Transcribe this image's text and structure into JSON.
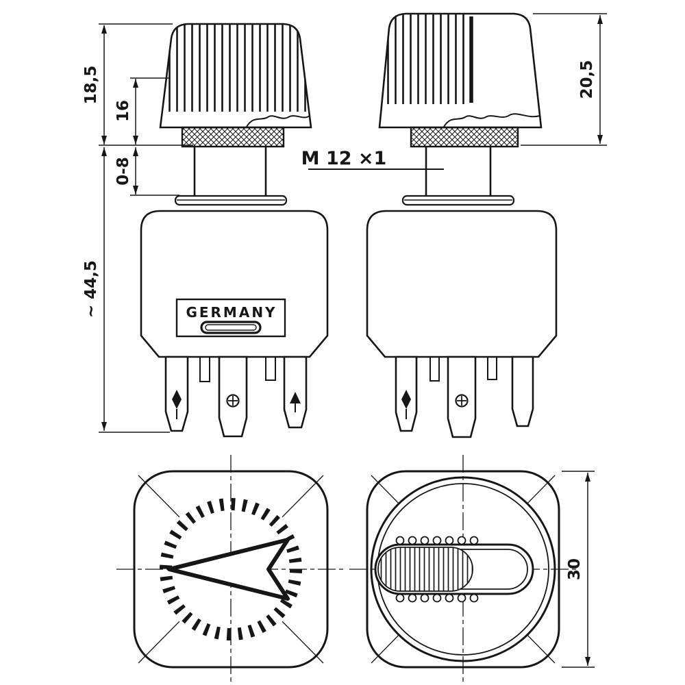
{
  "diagram": {
    "dimensions": {
      "knob_height": "18,5",
      "grip_height": "16",
      "panel_thickness_range": "0-8",
      "overall_height": "~ 44,5",
      "knob_height_side": "20,5",
      "thread": "M 12 ×1",
      "base_width": "30"
    },
    "marking": {
      "origin": "GERMANY"
    }
  }
}
